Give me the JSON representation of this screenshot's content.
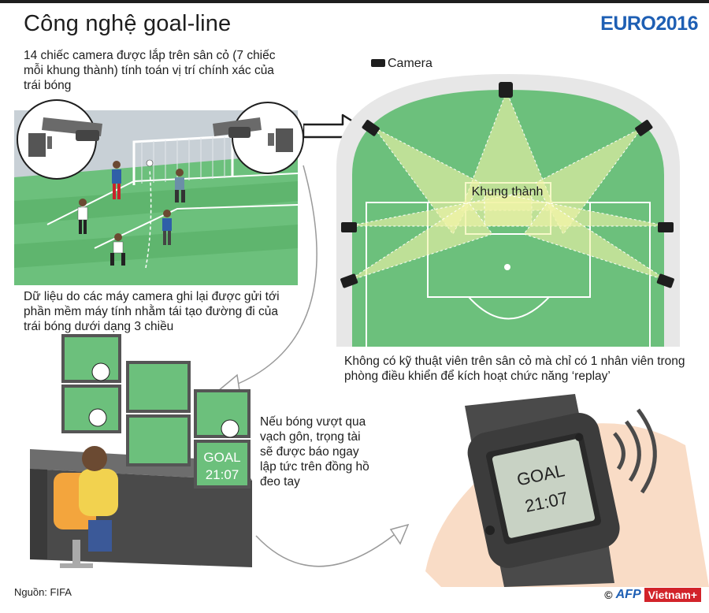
{
  "header": {
    "title": "Công nghệ goal-line",
    "logo": "EURO2016"
  },
  "captions": {
    "intro": "14 chiếc camera được lắp trên sân cỏ (7 chiếc mỗi khung thành) tính toán vị trí chính xác của trái bóng",
    "data_sent": "Dữ liệu do các máy camera ghi lại được gửi tới phần mềm máy tính nhằm tái tạo đường đi của trái bóng dưới dạng 3 chiều",
    "staff": "Không có kỹ thuật viên trên sân cỏ mà chỉ có 1 nhân viên trong phòng điều khiển để kích hoạt chức năng ‘replay’",
    "goal_alert": "Nếu bóng vượt qua vạch gôn, trọng tài sẽ được báo ngay lập tức trên đồng hồ đeo tay"
  },
  "diagram": {
    "legend_camera": "Camera",
    "goal_area_label": "Khung thành",
    "monitor_goal": "GOAL",
    "monitor_time": "21:07",
    "watch_goal": "GOAL",
    "watch_time": "21:07"
  },
  "footer": {
    "source": "Nguồn: FIFA",
    "copyright": "©",
    "agency": "AFP",
    "publisher": "Vietnam+"
  },
  "colors": {
    "grass_light": "#7dc98a",
    "grass_dark": "#5fb56e",
    "beam": "#f1f3a8",
    "dark": "#3c3c3c",
    "accent_blue": "#1e5fb4",
    "accent_red": "#d2232a"
  }
}
